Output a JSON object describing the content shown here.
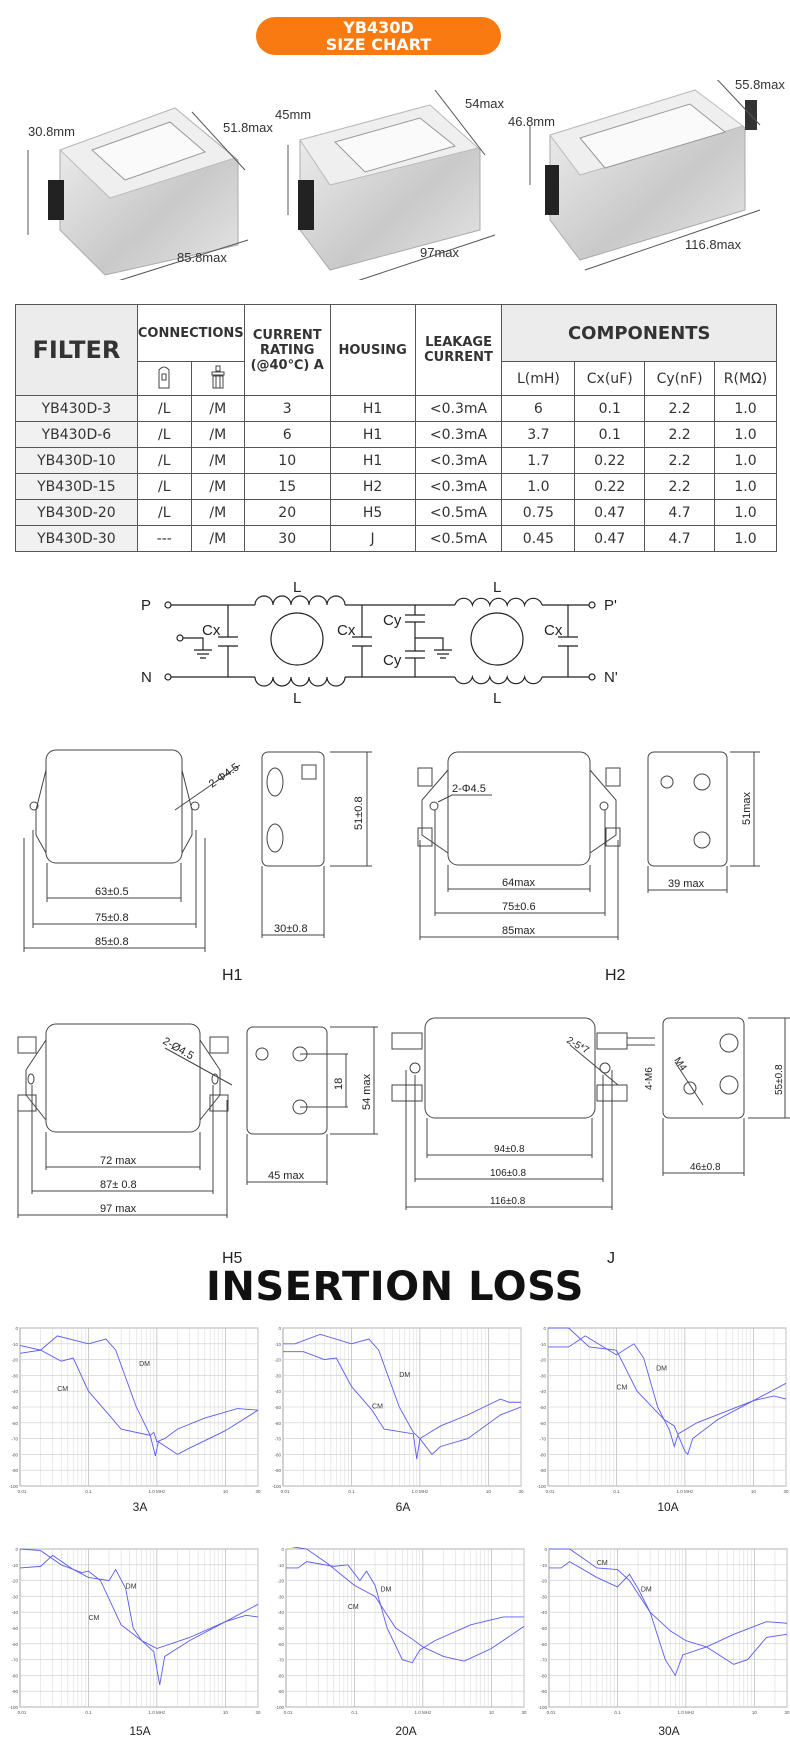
{
  "banner": {
    "line1": "YB430D",
    "line2": "SIZE CHART",
    "color": "#fa7a12"
  },
  "photos": [
    {
      "height": "30.8mm",
      "depth": "51.8max",
      "length": "85.8max"
    },
    {
      "height": "45mm",
      "depth": "54max",
      "length": "97max"
    },
    {
      "height": "46.8mm",
      "depth": "55.8max",
      "length": "116.8max"
    }
  ],
  "table": {
    "filter": "FILTER",
    "connections": "CONNECTIONS",
    "current": "CURRENT RATING (@40℃) A",
    "housing": "HOUSING",
    "leakage": "LEAKAGE CURRENT",
    "components": "COMPONENTS",
    "conn_icons": [
      "faston-terminal-icon",
      "screw-terminal-icon"
    ],
    "sub": [
      "L(mH)",
      "Cx(uF)",
      "Cy(nF)",
      "R(MΩ)"
    ],
    "rows": [
      [
        "YB430D-3",
        "/L",
        "/M",
        "3",
        "H1",
        "<0.3mA",
        "6",
        "0.1",
        "2.2",
        "1.0"
      ],
      [
        "YB430D-6",
        "/L",
        "/M",
        "6",
        "H1",
        "<0.3mA",
        "3.7",
        "0.1",
        "2.2",
        "1.0"
      ],
      [
        "YB430D-10",
        "/L",
        "/M",
        "10",
        "H1",
        "<0.3mA",
        "1.7",
        "0.22",
        "2.2",
        "1.0"
      ],
      [
        "YB430D-15",
        "/L",
        "/M",
        "15",
        "H2",
        "<0.3mA",
        "1.0",
        "0.22",
        "2.2",
        "1.0"
      ],
      [
        "YB430D-20",
        "/L",
        "/M",
        "20",
        "H5",
        "<0.5mA",
        "0.75",
        "0.47",
        "4.7",
        "1.0"
      ],
      [
        "YB430D-30",
        "---",
        "/M",
        "30",
        "J",
        "<0.5mA",
        "0.45",
        "0.47",
        "4.7",
        "1.0"
      ]
    ]
  },
  "circuit": {
    "p": "P",
    "n": "N",
    "p2": "P'",
    "n2": "N'",
    "l": "L",
    "cx": "Cx",
    "cy": "Cy"
  },
  "drawings": {
    "h1": {
      "label": "H1",
      "hole": "2-Φ4.5",
      "d1": "63±0.5",
      "d2": "75±0.8",
      "d3": "85±0.8",
      "depth": "30±0.8",
      "height": "51±0.8"
    },
    "h2": {
      "label": "H2",
      "hole": "2-Φ4.5",
      "d1": "64max",
      "d2": "75±0.6",
      "d3": "85max",
      "depth": "39 max",
      "height": "51max"
    },
    "h5": {
      "label": "H5",
      "hole": "2-Ø4.5",
      "d1": "72 max",
      "d2": "87± 0.8",
      "d3": "97 max",
      "depth": "45 max",
      "height": "54 max",
      "pitch": "18"
    },
    "j": {
      "label": "J",
      "hole": "2-5*7",
      "d1": "94±0.8",
      "d2": "106±0.8",
      "d3": "116±0.8",
      "depth": "46±0.8",
      "height": "55±0.8",
      "thread": "4-M6",
      "ground": "M4"
    }
  },
  "insertion_loss": {
    "title": "INSERTION LOSS"
  },
  "chart_data": [
    {
      "type": "line",
      "caption": "3A",
      "xscale": "log",
      "xlim": [
        0.01,
        30
      ],
      "ylim": [
        -100,
        0
      ],
      "xticks": [
        "0.01",
        "0.1",
        "1.0 MHz",
        "10",
        "30"
      ],
      "yticks": [
        "0",
        "-10",
        "-20",
        "-30",
        "-40",
        "-50",
        "-60",
        "-70",
        "-80",
        "-90",
        "-100"
      ],
      "grid": true,
      "line_color": "#5a5cf0",
      "series": [
        {
          "name": "DM",
          "points": [
            [
              0.01,
              -11
            ],
            [
              0.02,
              -14
            ],
            [
              0.035,
              -5
            ],
            [
              0.1,
              -10
            ],
            [
              0.18,
              -7
            ],
            [
              0.25,
              -14
            ],
            [
              0.5,
              -50
            ],
            [
              0.8,
              -68
            ],
            [
              0.9,
              -66
            ],
            [
              1.0,
              -72
            ],
            [
              1.3,
              -70
            ],
            [
              2,
              -64
            ],
            [
              5,
              -57
            ],
            [
              15,
              -51
            ],
            [
              30,
              -52
            ]
          ]
        },
        {
          "name": "CM",
          "points": [
            [
              0.01,
              -16
            ],
            [
              0.02,
              -14
            ],
            [
              0.04,
              -21
            ],
            [
              0.06,
              -19
            ],
            [
              0.1,
              -40
            ],
            [
              0.2,
              -55
            ],
            [
              0.3,
              -64
            ],
            [
              0.8,
              -68
            ],
            [
              0.95,
              -81
            ],
            [
              1.05,
              -72
            ],
            [
              2,
              -80
            ],
            [
              3,
              -76
            ],
            [
              10,
              -65
            ],
            [
              30,
              -52
            ]
          ]
        }
      ]
    },
    {
      "type": "line",
      "caption": "6A",
      "xscale": "log",
      "xlim": [
        0.01,
        30
      ],
      "ylim": [
        -100,
        0
      ],
      "xticks": [
        "0.01",
        "0.1",
        "1.0 MHz",
        "10",
        "30"
      ],
      "yticks": [
        "0",
        "-10",
        "-20",
        "-30",
        "-40",
        "-50",
        "-60",
        "-70",
        "-80",
        "-90",
        "-100"
      ],
      "grid": true,
      "line_color": "#5a5cf0",
      "series": [
        {
          "name": "DM",
          "points": [
            [
              0.01,
              -10
            ],
            [
              0.015,
              -10
            ],
            [
              0.035,
              -4
            ],
            [
              0.1,
              -10
            ],
            [
              0.18,
              -7
            ],
            [
              0.25,
              -14
            ],
            [
              0.5,
              -50
            ],
            [
              0.8,
              -66
            ],
            [
              1.0,
              -70
            ],
            [
              2,
              -62
            ],
            [
              5,
              -55
            ],
            [
              15,
              -45
            ],
            [
              20,
              -47
            ],
            [
              30,
              -47
            ]
          ]
        },
        {
          "name": "CM",
          "points": [
            [
              0.01,
              -15
            ],
            [
              0.02,
              -15
            ],
            [
              0.04,
              -20
            ],
            [
              0.06,
              -19
            ],
            [
              0.1,
              -37
            ],
            [
              0.2,
              -52
            ],
            [
              0.3,
              -64
            ],
            [
              0.8,
              -67
            ],
            [
              0.9,
              -83
            ],
            [
              1.0,
              -70
            ],
            [
              1.5,
              -80
            ],
            [
              2,
              -75
            ],
            [
              5,
              -70
            ],
            [
              15,
              -55
            ],
            [
              30,
              -50
            ]
          ]
        }
      ]
    },
    {
      "type": "line",
      "caption": "10A",
      "xscale": "log",
      "xlim": [
        0.01,
        30
      ],
      "ylim": [
        -100,
        0
      ],
      "xticks": [
        "0.01",
        "0.1",
        "1.0 MHz",
        "10",
        "30"
      ],
      "yticks": [
        "0",
        "-10",
        "-20",
        "-30",
        "-40",
        "-50",
        "-60",
        "-70",
        "-80",
        "-90",
        "-100"
      ],
      "grid": true,
      "line_color": "#5a5cf0",
      "series": [
        {
          "name": "DM",
          "points": [
            [
              0.01,
              -12
            ],
            [
              0.02,
              -12
            ],
            [
              0.035,
              -5
            ],
            [
              0.1,
              -17
            ],
            [
              0.18,
              -10
            ],
            [
              0.25,
              -19
            ],
            [
              0.4,
              -50
            ],
            [
              0.6,
              -65
            ],
            [
              0.7,
              -75
            ],
            [
              0.8,
              -67
            ],
            [
              1.5,
              -60
            ],
            [
              10,
              -46
            ],
            [
              20,
              -43
            ],
            [
              30,
              -45
            ]
          ]
        },
        {
          "name": "CM",
          "points": [
            [
              0.01,
              0
            ],
            [
              0.02,
              0
            ],
            [
              0.04,
              -12
            ],
            [
              0.1,
              -14
            ],
            [
              0.2,
              -40
            ],
            [
              0.5,
              -58
            ],
            [
              0.7,
              -62
            ],
            [
              1.0,
              -78
            ],
            [
              1.1,
              -80
            ],
            [
              1.3,
              -70
            ],
            [
              3,
              -58
            ],
            [
              10,
              -46
            ],
            [
              30,
              -35
            ]
          ]
        }
      ]
    },
    {
      "type": "line",
      "caption": "15A",
      "xscale": "log",
      "xlim": [
        0.01,
        30
      ],
      "ylim": [
        -100,
        0
      ],
      "xticks": [
        "0.01",
        "0.1",
        "1.0 MHz",
        "10",
        "30"
      ],
      "yticks": [
        "0",
        "-10",
        "-20",
        "-30",
        "-40",
        "-50",
        "-60",
        "-70",
        "-80",
        "-90",
        "-100"
      ],
      "grid": true,
      "line_color": "#5a5cf0",
      "series": [
        {
          "name": "DM",
          "points": [
            [
              0.01,
              -12
            ],
            [
              0.02,
              -11
            ],
            [
              0.03,
              -4
            ],
            [
              0.06,
              -13
            ],
            [
              0.1,
              -18
            ],
            [
              0.2,
              -20
            ],
            [
              0.25,
              -13
            ],
            [
              0.35,
              -25
            ],
            [
              0.45,
              -50
            ],
            [
              0.6,
              -58
            ],
            [
              1.0,
              -63
            ],
            [
              3,
              -56
            ],
            [
              10,
              -46
            ],
            [
              20,
              -42
            ],
            [
              30,
              -43
            ]
          ]
        },
        {
          "name": "CM",
          "points": [
            [
              0.01,
              0
            ],
            [
              0.02,
              -1
            ],
            [
              0.04,
              -10
            ],
            [
              0.08,
              -15
            ],
            [
              0.1,
              -14
            ],
            [
              0.15,
              -20
            ],
            [
              0.3,
              -48
            ],
            [
              0.6,
              -58
            ],
            [
              0.9,
              -65
            ],
            [
              1.1,
              -86
            ],
            [
              1.3,
              -68
            ],
            [
              3,
              -58
            ],
            [
              10,
              -46
            ],
            [
              30,
              -35
            ]
          ]
        }
      ]
    },
    {
      "type": "line",
      "caption": "20A",
      "xscale": "log",
      "xlim": [
        0.01,
        30
      ],
      "ylim": [
        -100,
        0
      ],
      "xticks": [
        "0.01",
        "0.1",
        "1.0 MHz",
        "10",
        "30"
      ],
      "yticks": [
        "0",
        "-10",
        "-20",
        "-30",
        "-40",
        "-50",
        "-60",
        "-70",
        "-80",
        "-90",
        "-100"
      ],
      "grid": true,
      "line_color": "#5a5cf0",
      "series": [
        {
          "name": "DM",
          "points": [
            [
              0.01,
              -12
            ],
            [
              0.015,
              -12
            ],
            [
              0.02,
              -8
            ],
            [
              0.05,
              -11
            ],
            [
              0.08,
              -10
            ],
            [
              0.12,
              -20
            ],
            [
              0.15,
              -14
            ],
            [
              0.2,
              -23
            ],
            [
              0.3,
              -50
            ],
            [
              0.5,
              -70
            ],
            [
              0.7,
              -72
            ],
            [
              0.9,
              -64
            ],
            [
              1.5,
              -58
            ],
            [
              5,
              -48
            ],
            [
              15,
              -43
            ],
            [
              30,
              -43
            ]
          ]
        },
        {
          "name": "CM",
          "points": [
            [
              0.01,
              2
            ],
            [
              0.02,
              0
            ],
            [
              0.04,
              -9
            ],
            [
              0.1,
              -23
            ],
            [
              0.2,
              -30
            ],
            [
              0.4,
              -50
            ],
            [
              0.7,
              -57
            ],
            [
              1,
              -62
            ],
            [
              2,
              -68
            ],
            [
              4,
              -71
            ],
            [
              10,
              -63
            ],
            [
              30,
              -49
            ]
          ]
        }
      ]
    },
    {
      "type": "line",
      "caption": "30A",
      "xscale": "log",
      "xlim": [
        0.01,
        30
      ],
      "ylim": [
        -100,
        0
      ],
      "xticks": [
        "0.01",
        "0.1",
        "1.0 MHz",
        "10",
        "30"
      ],
      "yticks": [
        "0",
        "-10",
        "-20",
        "-30",
        "-40",
        "-50",
        "-60",
        "-70",
        "-80",
        "-90",
        "-100"
      ],
      "grid": true,
      "line_color": "#5a5cf0",
      "series": [
        {
          "name": "DM",
          "points": [
            [
              0.01,
              -12
            ],
            [
              0.015,
              -12
            ],
            [
              0.02,
              -8
            ],
            [
              0.05,
              -18
            ],
            [
              0.1,
              -24
            ],
            [
              0.15,
              -16
            ],
            [
              0.2,
              -25
            ],
            [
              0.3,
              -40
            ],
            [
              0.5,
              -70
            ],
            [
              0.7,
              -80
            ],
            [
              0.9,
              -67
            ],
            [
              2,
              -62
            ],
            [
              5,
              -54
            ],
            [
              15,
              -46
            ],
            [
              30,
              -47
            ]
          ]
        },
        {
          "name": "CM",
          "points": [
            [
              0.01,
              0
            ],
            [
              0.02,
              0
            ],
            [
              0.05,
              -12
            ],
            [
              0.1,
              -13
            ],
            [
              0.15,
              -20
            ],
            [
              0.3,
              -40
            ],
            [
              0.6,
              -52
            ],
            [
              1,
              -58
            ],
            [
              2,
              -62
            ],
            [
              5,
              -73
            ],
            [
              8,
              -70
            ],
            [
              15,
              -56
            ],
            [
              30,
              -54
            ]
          ]
        }
      ]
    }
  ]
}
